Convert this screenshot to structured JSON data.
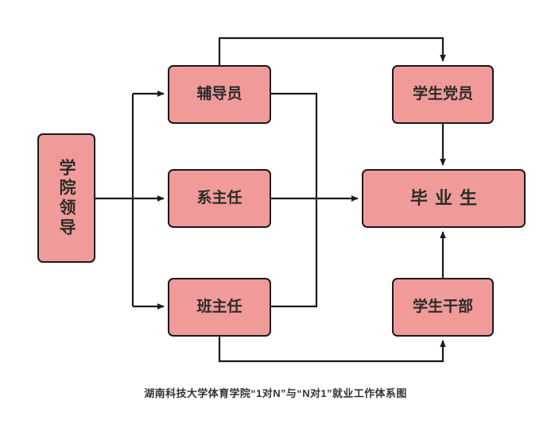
{
  "diagram": {
    "title": "湖南科技大学体育学院“1对N”与“N对1”就业工作体系图",
    "colors": {
      "node_fill": "#F09B99",
      "node_border": "#1a1a1a",
      "wire": "#1a1a1a",
      "background": "#ffffff",
      "text": "#2b2b2b"
    },
    "nodes": [
      {
        "id": "leader",
        "label": "学院领导",
        "orientation": "vertical"
      },
      {
        "id": "counselor",
        "label": "辅导员",
        "orientation": "horizontal"
      },
      {
        "id": "dept",
        "label": "系主任",
        "orientation": "horizontal"
      },
      {
        "id": "class",
        "label": "班主任",
        "orientation": "horizontal"
      },
      {
        "id": "party",
        "label": "学生党员",
        "orientation": "horizontal"
      },
      {
        "id": "graduate",
        "label": "毕业生",
        "orientation": "horizontal"
      },
      {
        "id": "cadre",
        "label": "学生干部",
        "orientation": "horizontal"
      }
    ],
    "edges": [
      {
        "from": "leader",
        "to": "counselor",
        "arrow": true
      },
      {
        "from": "leader",
        "to": "dept",
        "arrow": true
      },
      {
        "from": "leader",
        "to": "class",
        "arrow": true
      },
      {
        "from": "counselor",
        "to": "graduate",
        "arrow": true
      },
      {
        "from": "dept",
        "to": "graduate",
        "arrow": true
      },
      {
        "from": "class",
        "to": "graduate",
        "arrow": true
      },
      {
        "from": "counselor",
        "to": "party",
        "arrow": true
      },
      {
        "from": "party",
        "to": "graduate",
        "arrow": true
      },
      {
        "from": "class",
        "to": "cadre",
        "arrow": true
      },
      {
        "from": "cadre",
        "to": "graduate",
        "arrow": true
      }
    ]
  }
}
